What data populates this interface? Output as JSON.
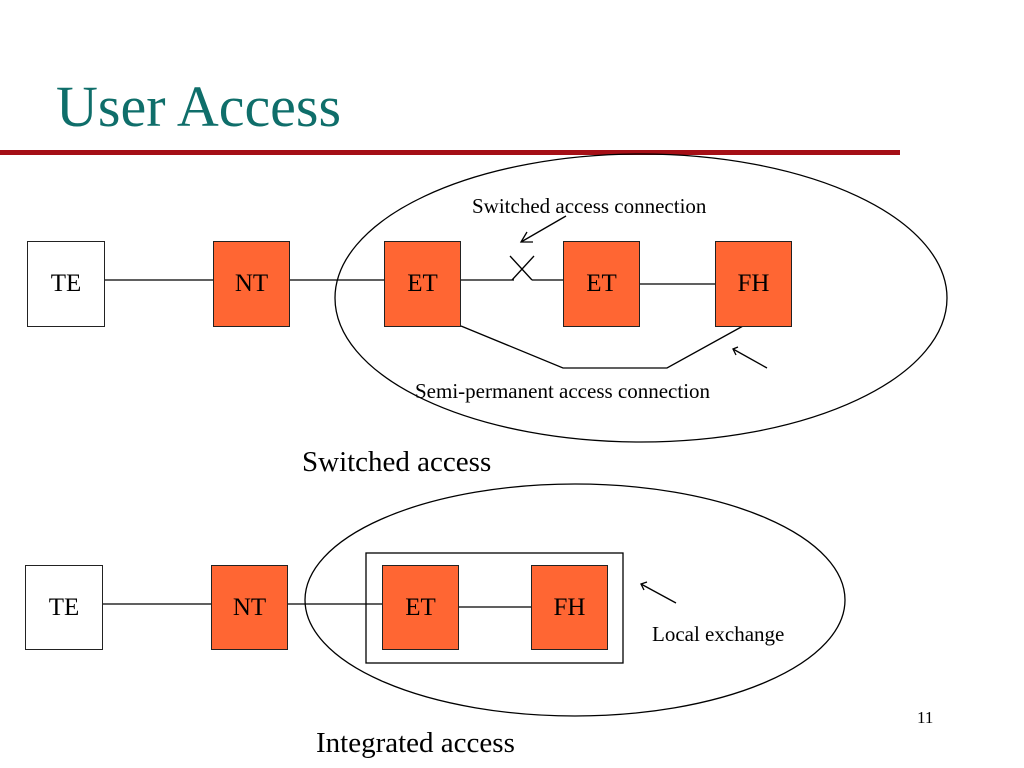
{
  "slide": {
    "title": "User Access",
    "page_number": "11"
  },
  "switched": {
    "boxes": [
      "TE",
      "NT",
      "ET",
      "ET",
      "FH"
    ],
    "switched_connection_label": "Switched access connection",
    "semi_permanent_label": "Semi-permanent  access connection",
    "caption": "Switched access"
  },
  "integrated": {
    "boxes": [
      "TE",
      "NT",
      "ET",
      "FH"
    ],
    "local_exchange_label": "Local exchange",
    "caption": "Integrated access"
  },
  "colors": {
    "title": "#0f6e6a",
    "rule": "#a50f16",
    "box_fill": "#ff6633"
  }
}
